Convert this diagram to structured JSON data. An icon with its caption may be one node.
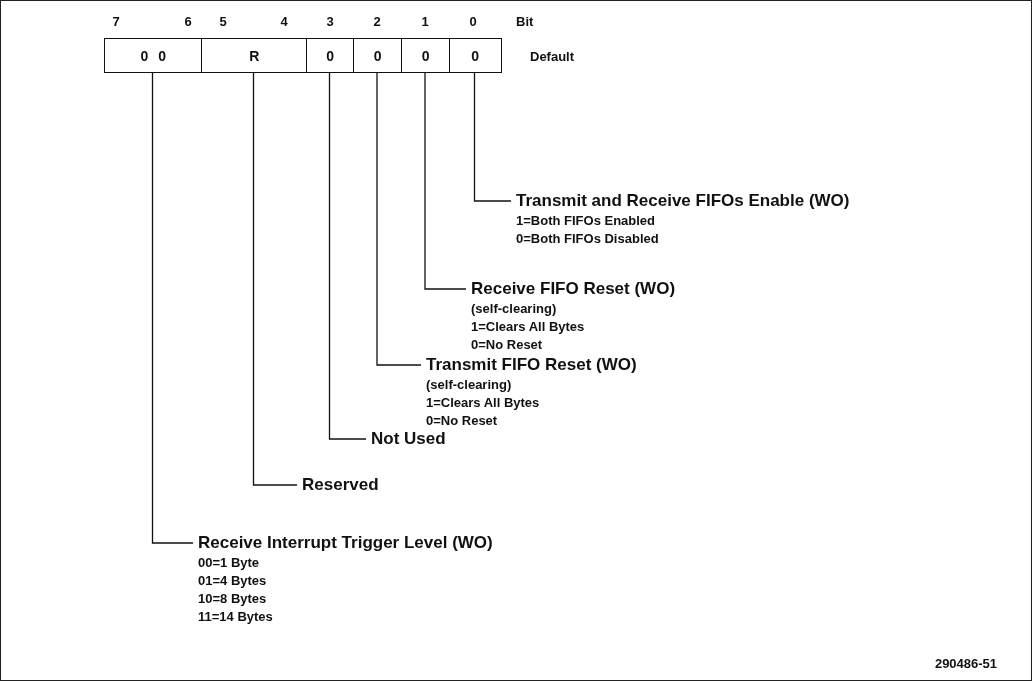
{
  "diagram": {
    "nodes": [
      {
        "text": [
          "0 0"
        ]
      },
      {
        "text": [
          "R"
        ]
      },
      {
        "text": [
          "0"
        ]
      },
      {
        "text": [
          "0"
        ]
      },
      {
        "text": [
          "0"
        ]
      },
      {
        "text": [
          "0"
        ]
      },
      {
        "text": [
          "Transmit and Receive FIFOs Enable (WO)",
          "1=Both FIFOs Enabled",
          "0=Both FIFOs Disabled"
        ]
      },
      {
        "text": [
          "Receive FIFO Reset (WO)",
          "(self-clearing)",
          "1=Clears All Bytes",
          "0=No Reset"
        ]
      },
      {
        "text": [
          "Transmit FIFO Reset (WO)",
          "(self-clearing)",
          "1=Clears All Bytes",
          "0=No Reset"
        ]
      },
      {
        "text": [
          "Not Used"
        ]
      },
      {
        "text": [
          "Reserved"
        ]
      },
      {
        "text": [
          "Receive Interrupt Trigger Level (WO)",
          "00=1 Byte",
          "01=4 Bytes",
          "10=8 Bytes",
          "11=14 Bytes"
        ]
      }
    ],
    "edges": [
      {
        "from": 6,
        "to": 5,
        "arrow": "none"
      },
      {
        "from": 7,
        "to": 4,
        "arrow": "none"
      },
      {
        "from": 8,
        "to": 3,
        "arrow": "none"
      },
      {
        "from": 9,
        "to": 2,
        "arrow": "none"
      },
      {
        "from": 10,
        "to": 1,
        "arrow": "none"
      },
      {
        "from": 11,
        "to": 0,
        "arrow": "none"
      }
    ],
    "labels": [
      "7",
      "6",
      "5",
      "4",
      "3",
      "2",
      "1",
      "0",
      "Bit",
      "Default",
      "290486-51"
    ]
  }
}
